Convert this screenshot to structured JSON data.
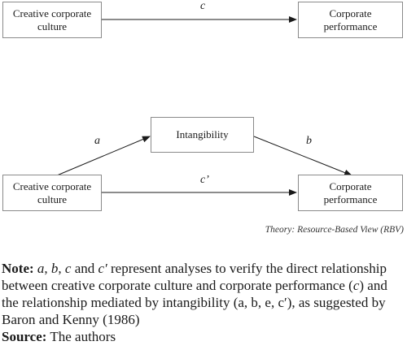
{
  "diagram1": {
    "source_box": [
      "Creative corporate",
      "culture"
    ],
    "target_box": [
      "Corporate",
      "performance"
    ],
    "path_label": "c"
  },
  "diagram2": {
    "source_box": [
      "Creative corporate",
      "culture"
    ],
    "mediator_box": "Intangibility",
    "target_box": [
      "Corporate",
      "performance"
    ],
    "label_a": "a",
    "label_b": "b",
    "label_c_prime": "c’"
  },
  "theory": "Theory: Resource-Based View (RBV)",
  "note": {
    "label": "Note:",
    "text_1": "a",
    "text_2": ", ",
    "text_3": "b",
    "text_4": ", ",
    "text_5": "c",
    "text_6": " and ",
    "text_7": "c′",
    "text_8": " represent analyses to verify the direct relationship between creative corporate culture and corporate performance (",
    "text_9": "c",
    "text_10": ") and the relationship mediated by intangibility (a, b, e, c′), as suggested by Baron and Kenny (1986)"
  },
  "source": {
    "label": "Source:",
    "text": "The authors"
  }
}
